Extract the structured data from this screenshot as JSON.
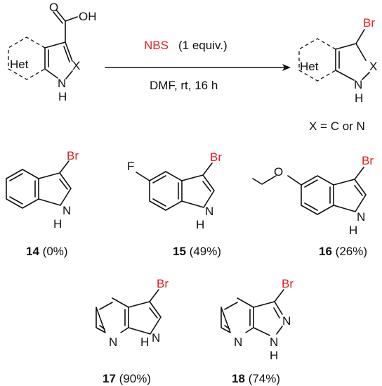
{
  "reaction": {
    "reagent": "NBS",
    "reagent_amount": "(1 equiv.)",
    "conditions": "DMF, rt, 16 h",
    "substituent_note": "X = C or N",
    "colors": {
      "highlight": "#e02020",
      "ink": "#111111"
    }
  },
  "starting_material": {
    "ring_label": "Het",
    "carboxyl_o": "O",
    "carboxyl_oh": "OH",
    "x_atom": "X",
    "nh_n": "N",
    "nh_h": "H"
  },
  "product": {
    "ring_label": "Het",
    "br": "Br",
    "x_atom": "X",
    "nh_n": "N",
    "nh_h": "H"
  },
  "compounds": [
    {
      "number": "14",
      "yield": "(0%)",
      "br": "Br",
      "nh_n": "N",
      "nh_h": "H"
    },
    {
      "number": "15",
      "yield": "(49%)",
      "br": "Br",
      "nh_n": "N",
      "nh_h": "H",
      "substituent": "F"
    },
    {
      "number": "16",
      "yield": "(26%)",
      "br": "Br",
      "nh_n": "N",
      "nh_h": "H",
      "substituent": "O"
    },
    {
      "number": "17",
      "yield": "(90%)",
      "br": "Br",
      "nh_n": "N",
      "nh_h": "H",
      "ring_n": "N"
    },
    {
      "number": "18",
      "yield": "(74%)",
      "br": "Br",
      "nh_n": "N",
      "nh_h": "H",
      "ring_n": "N",
      "pyrazole_n": "N"
    }
  ]
}
